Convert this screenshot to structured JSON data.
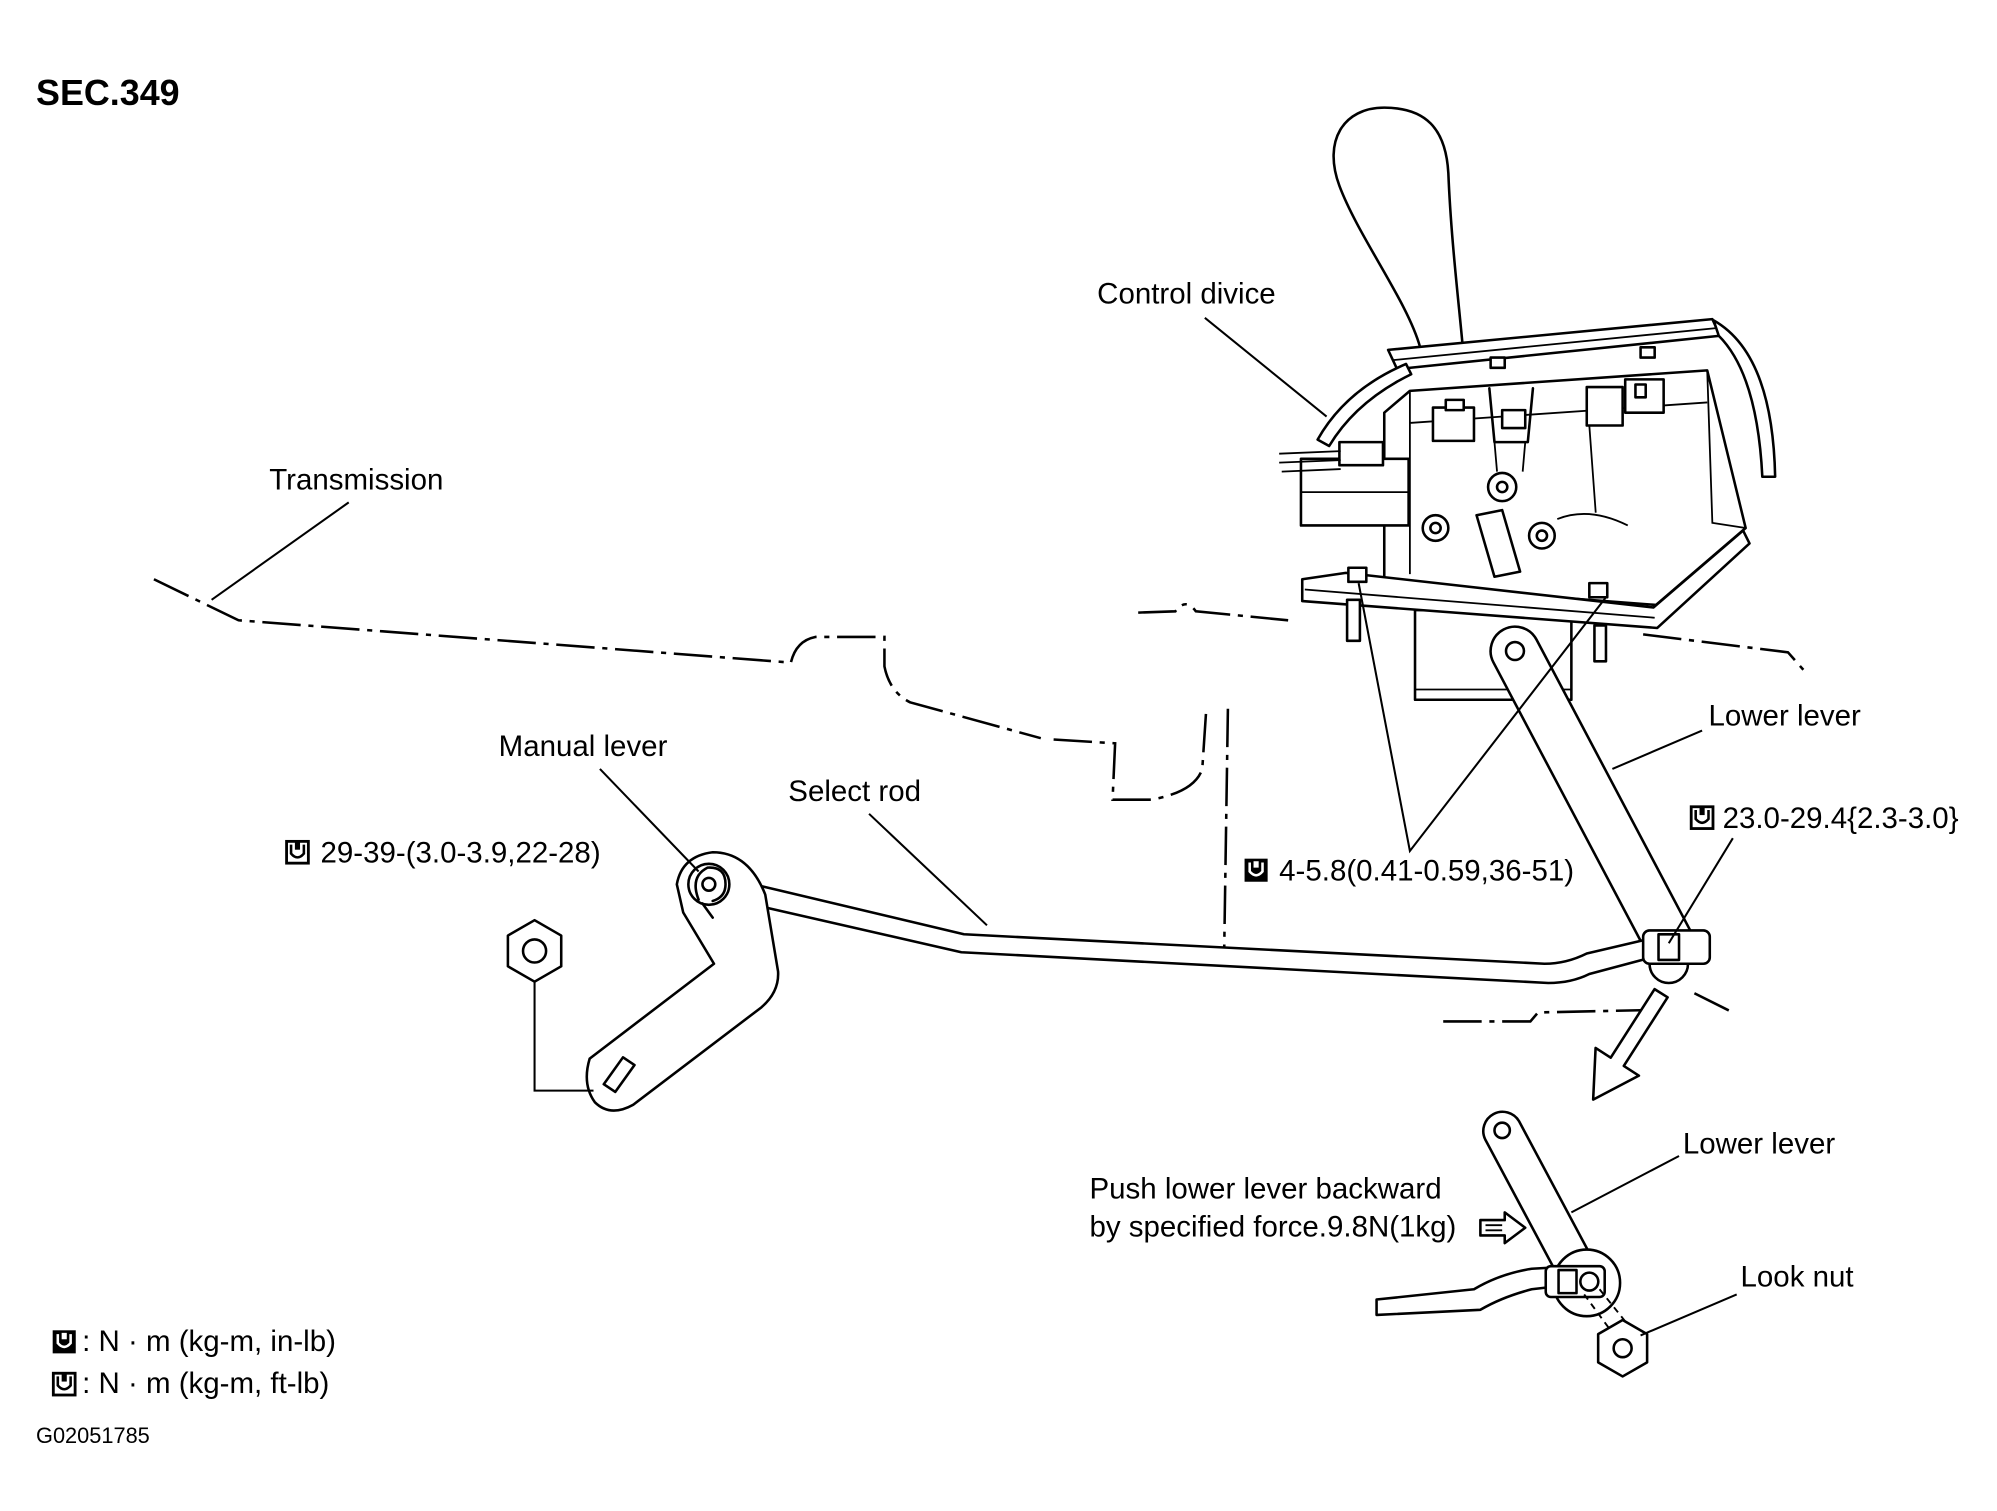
{
  "section_title": "SEC.349",
  "figure_code": "G02051785",
  "labels": {
    "control_device": "Control divice",
    "transmission": "Transmission",
    "manual_lever": "Manual lever",
    "select_rod": "Select rod",
    "lower_lever_main": "Lower lever",
    "lower_lever_detail": "Lower lever",
    "lock_nut": "Look nut"
  },
  "instruction": {
    "line1": "Push lower lever backward",
    "line2": "by specified force.9.8N(1kg)"
  },
  "torque_specs": {
    "manual_lever_nut": {
      "value": "29-39-(3.0-3.9,22-28)",
      "icon": "torque-ft-lb-icon"
    },
    "control_device_bolts": {
      "value": "4-5.8(0.41-0.59,36-51)",
      "icon": "torque-in-lb-icon"
    },
    "lower_lever_nut": {
      "value": "23.0-29.4{2.3-3.0}",
      "icon": "torque-ft-lb-icon"
    }
  },
  "legend": [
    {
      "icon": "torque-in-lb-icon",
      "text": ": N · m (kg-m, in-lb)"
    },
    {
      "icon": "torque-ft-lb-icon",
      "text": ": N · m (kg-m, ft-lb)"
    }
  ],
  "colors": {
    "line": "#000000",
    "background": "#ffffff"
  }
}
